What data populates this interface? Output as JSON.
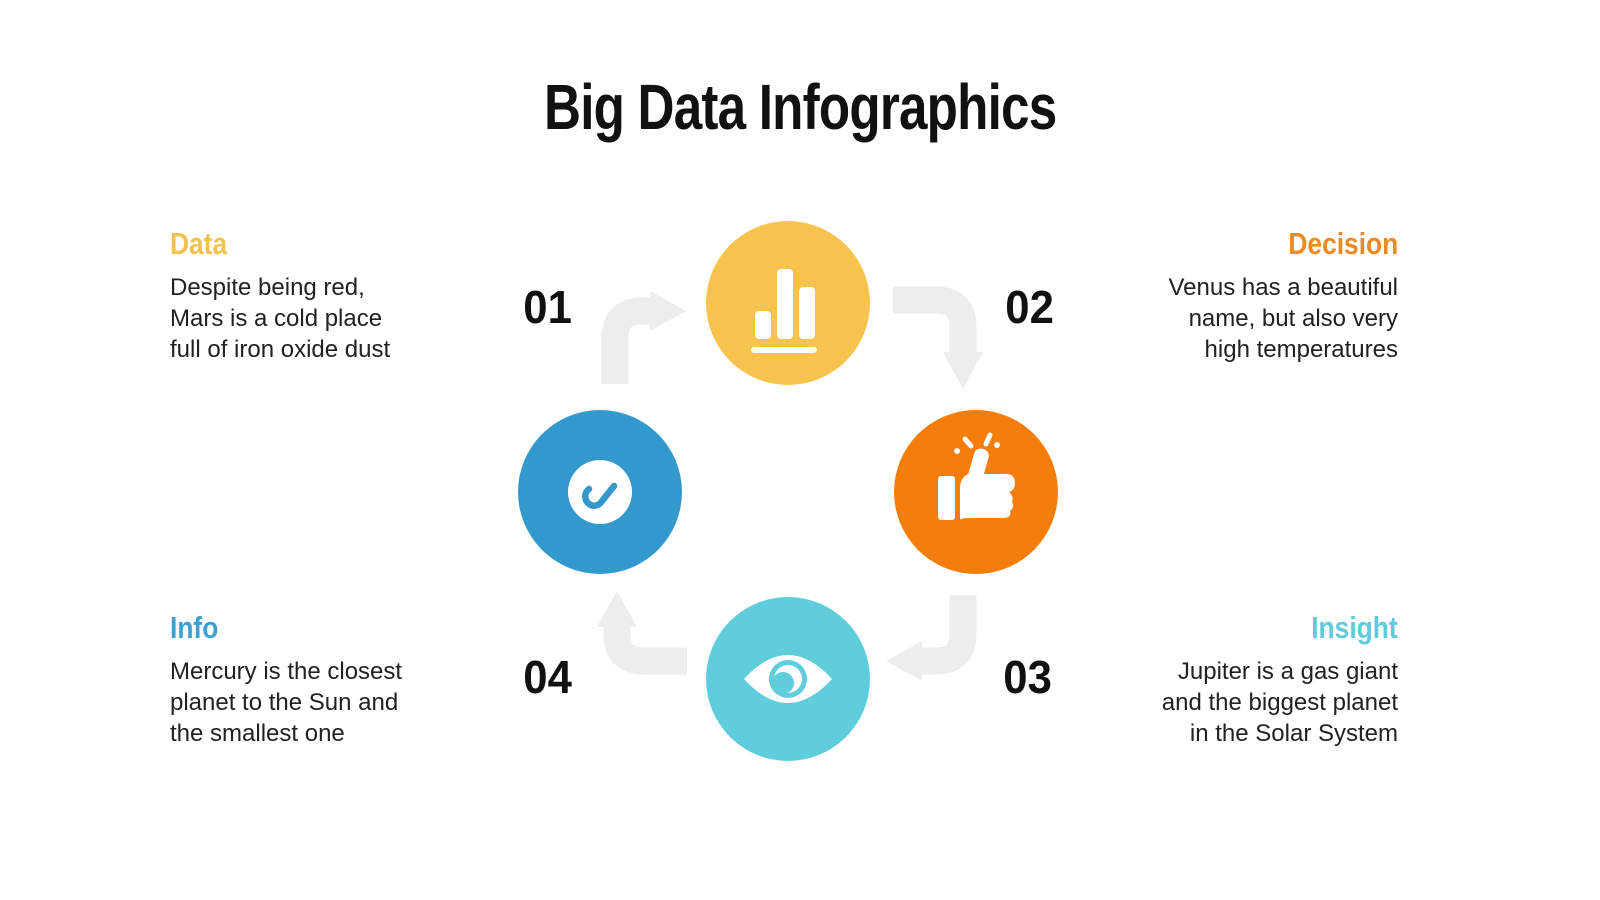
{
  "title": "Big Data Infographics",
  "steps": [
    {
      "number": "01",
      "heading": "Data",
      "heading_color": "#F2C150",
      "circle_color": "#F8C24E",
      "icon": "bar-chart-icon",
      "body": "Despite being red,\nMars is a cold place\nfull of iron oxide dust"
    },
    {
      "number": "02",
      "heading": "Decision",
      "heading_color": "#ED8A23",
      "circle_color": "#F47D0B",
      "icon": "thumbs-up-icon",
      "body": "Venus has a beautiful\nname, but also very\nhigh temperatures"
    },
    {
      "number": "03",
      "heading": "Insight",
      "heading_color": "#62CBDB",
      "circle_color": "#5FCDDC",
      "icon": "eye-icon",
      "body": "Jupiter is a gas giant\nand the biggest planet\nin the Solar System"
    },
    {
      "number": "04",
      "heading": "Info",
      "heading_color": "#3E9FD1",
      "circle_color": "#3399CC",
      "icon": "check-icon",
      "body": "Mercury is the closest\nplanet to the Sun and\nthe smallest one"
    }
  ],
  "colors": {
    "background": "#FFFFFF",
    "title": "#111111",
    "body_text": "#212121",
    "number": "#111111",
    "arrow": "#EDEDED",
    "icon_white": "#FFFFFF"
  }
}
